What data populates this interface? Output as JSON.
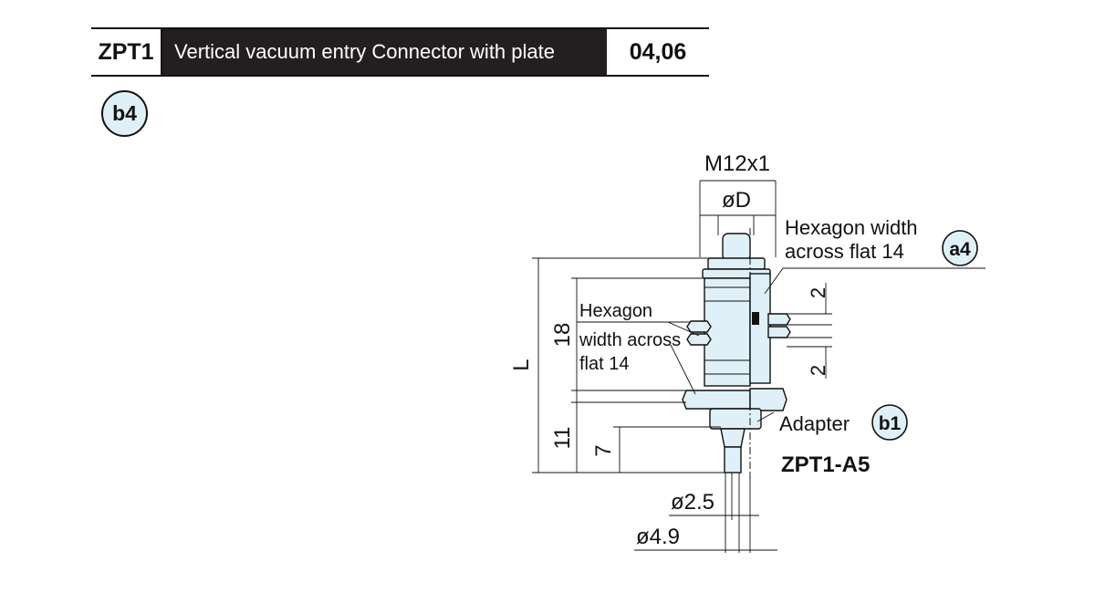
{
  "header": {
    "model": "ZPT1",
    "title": "Vertical vacuum entry Connector with plate",
    "sizes": "04,06"
  },
  "section_badge": "b4",
  "drawing": {
    "thread": "M12x1",
    "bore": "øD",
    "hex_top_line1": "Hexagon width",
    "hex_top_line2": "across flat 14",
    "hex_top_badge": "a4",
    "hex_left_line1": "Hexagon",
    "hex_left_line2": "width across",
    "hex_left_line3": "flat 14",
    "dim_length": "L",
    "dim_18": "18",
    "dim_11": "11",
    "dim_7": "7",
    "dim_2_top": "2",
    "dim_2_bottom": "2",
    "adapter_label": "Adapter",
    "adapter_badge": "b1",
    "adapter_part": "ZPT1-A5",
    "dia_small": "ø2.5",
    "dia_large": "ø4.9"
  },
  "colors": {
    "fill": "#dff0f8",
    "line": "#111111",
    "title_bg": "#231f20"
  }
}
